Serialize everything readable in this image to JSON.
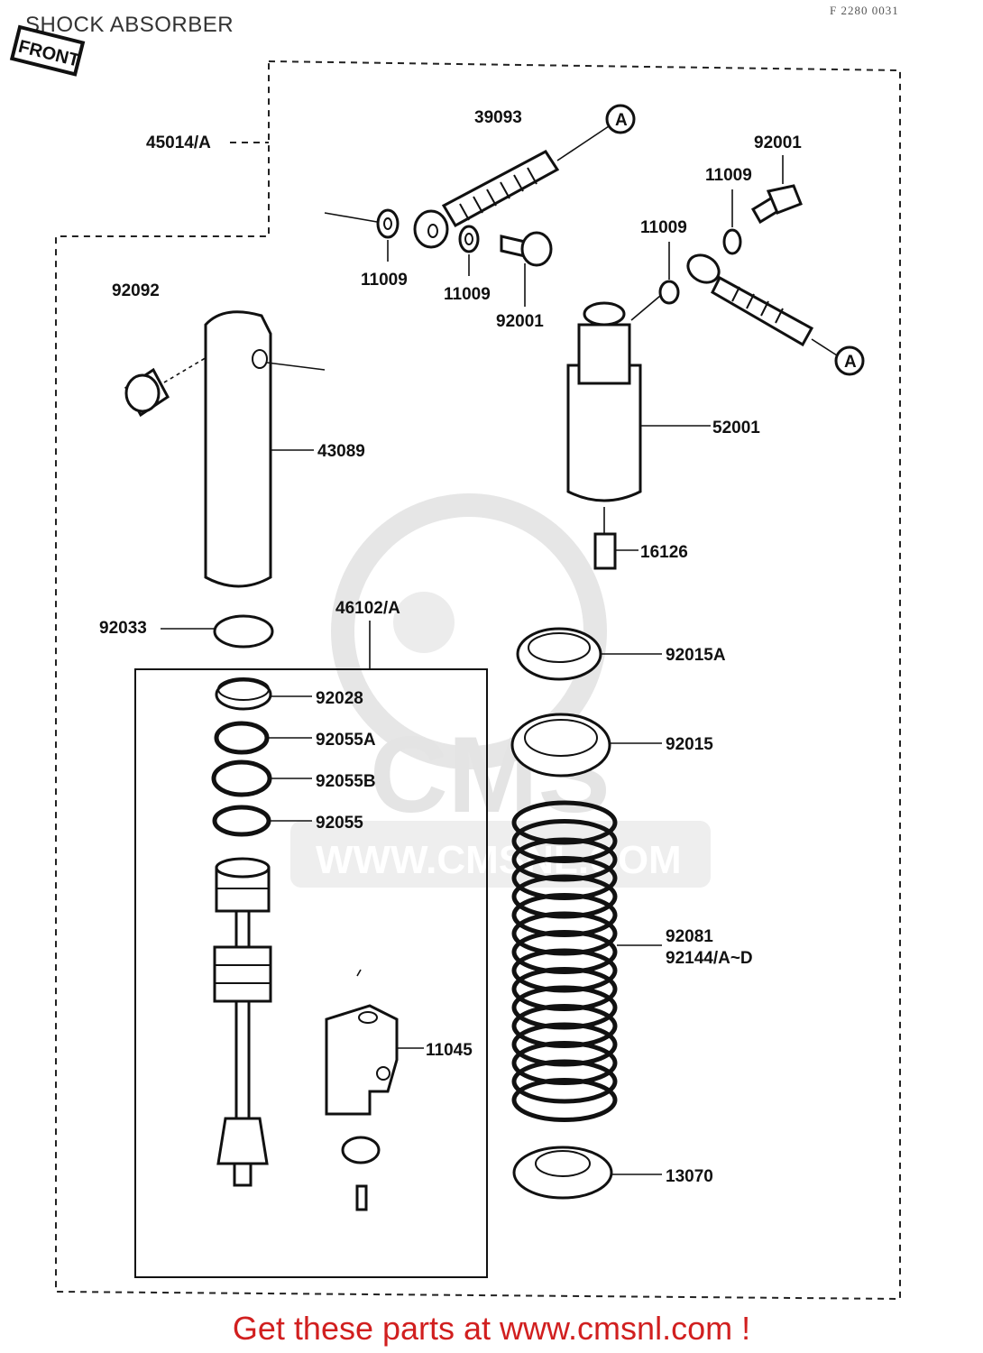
{
  "header": {
    "title": "SHOCK ABSORBER",
    "diagram_code": "F 2280 0031",
    "front_stamp": "FRONT"
  },
  "watermark": {
    "brand": "CMS",
    "site": "WWW.CMSNL.COM"
  },
  "parts": {
    "p45014A": "45014/A",
    "p39093": "39093",
    "p92001_top": "92001",
    "p11009_right_top": "11009",
    "p11009_right": "11009",
    "p11009_left": "11009",
    "p11009_mid": "11009",
    "p92001_mid": "92001",
    "p92092": "92092",
    "p43089": "43089",
    "p52001": "52001",
    "p16126": "16126",
    "p92033": "92033",
    "p46102A": "46102/A",
    "p92015A": "92015A",
    "p92028": "92028",
    "p92055A": "92055A",
    "p92015": "92015",
    "p92055B": "92055B",
    "p92055": "92055",
    "p92081": "92081",
    "p92144": "92144/A~D",
    "p11045": "11045",
    "p13070": "13070",
    "ref_a1": "A",
    "ref_a2": "A"
  },
  "footer": {
    "cta": "Get these parts at www.cmsnl.com !"
  }
}
